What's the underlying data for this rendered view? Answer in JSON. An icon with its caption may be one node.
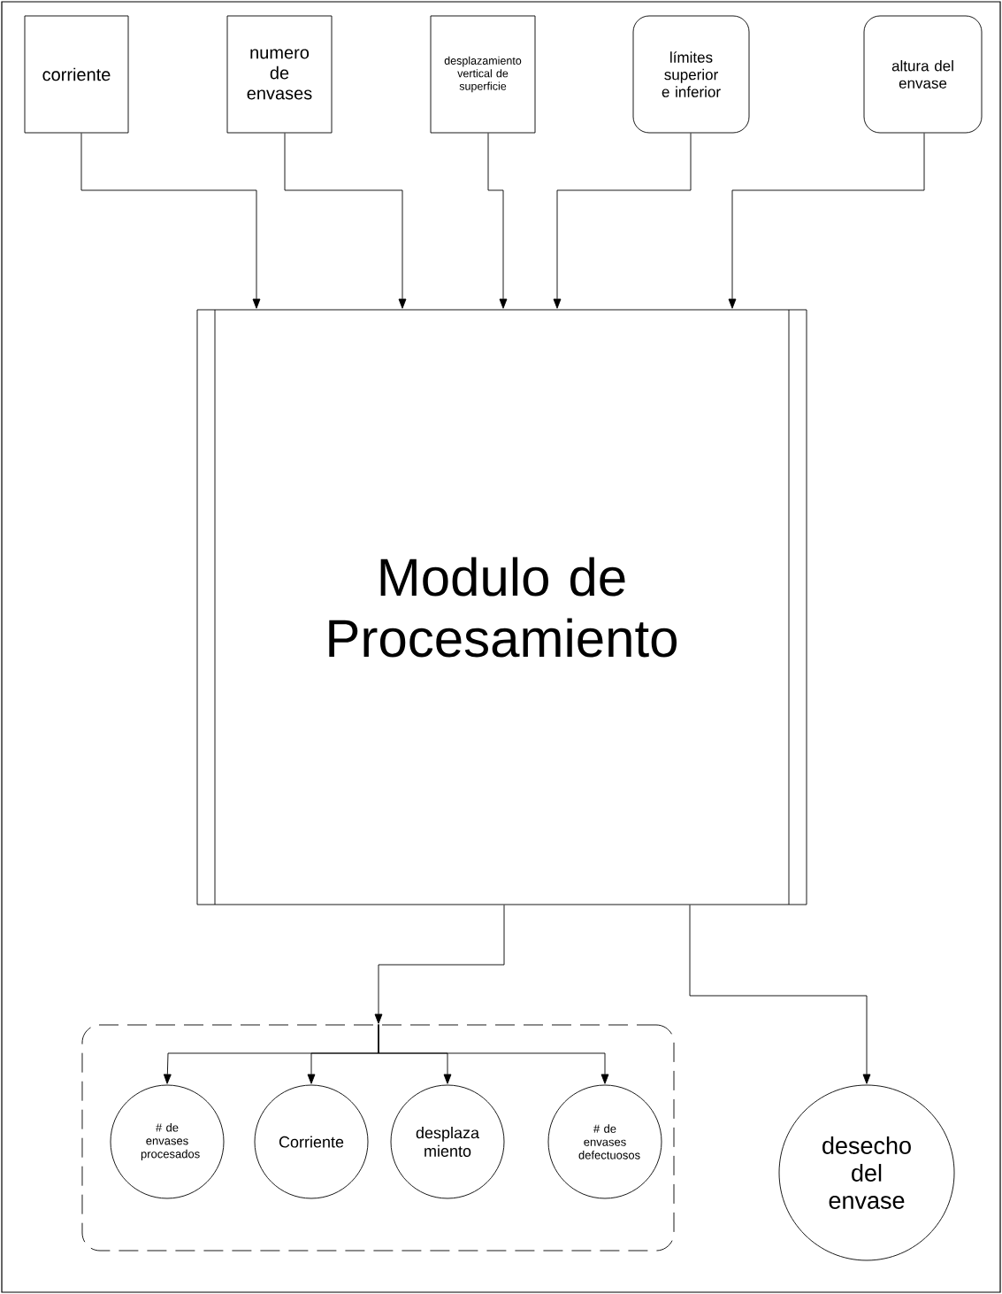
{
  "diagram": {
    "nodes": [
      {
        "text": [
          "corriente"
        ]
      },
      {
        "text": [
          "numero de envases"
        ]
      },
      {
        "text": [
          "desplazamiento vertical de superficie"
        ]
      },
      {
        "text": [
          "límites superior e inferior"
        ]
      },
      {
        "text": [
          "altura del envase"
        ]
      },
      {
        "text": [
          "Modulo de Procesamiento"
        ]
      },
      {
        "text": [],
        "shape": "box"
      },
      {
        "text": [
          "# de envases procesados"
        ],
        "in": 6
      },
      {
        "text": [
          "Corriente"
        ],
        "in": 6
      },
      {
        "text": [
          "desplaza miento"
        ],
        "in": 6
      },
      {
        "text": [
          "# de envases defectuosos"
        ],
        "in": 6
      },
      {
        "text": [
          "desecho del envase"
        ]
      }
    ],
    "edges": [
      {
        "from": 0,
        "to": 5,
        "arrow": "to"
      },
      {
        "from": 1,
        "to": 5,
        "arrow": "to"
      },
      {
        "from": 2,
        "to": 5,
        "arrow": "to"
      },
      {
        "from": 3,
        "to": 5,
        "arrow": "to"
      },
      {
        "from": 4,
        "to": 5,
        "arrow": "to"
      },
      {
        "from": 5,
        "to": 6,
        "arrow": "to"
      },
      {
        "from": 6,
        "to": 7,
        "arrow": "to"
      },
      {
        "from": 6,
        "to": 8,
        "arrow": "to"
      },
      {
        "from": 6,
        "to": 9,
        "arrow": "to"
      },
      {
        "from": 6,
        "to": 10,
        "arrow": "to"
      },
      {
        "from": 5,
        "to": 11,
        "arrow": "to"
      }
    ]
  }
}
